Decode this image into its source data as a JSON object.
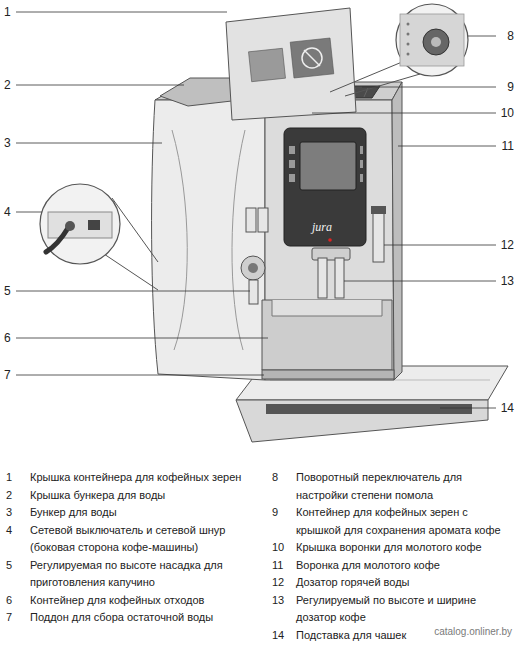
{
  "diagram": {
    "labels": [
      "1",
      "2",
      "3",
      "4",
      "5",
      "6",
      "7",
      "8",
      "9",
      "10",
      "11",
      "12",
      "13",
      "14",
      "1",
      "Крышка контейнера для кофейных зерен",
      "2",
      "Крышка бункера для воды",
      "3",
      "Бункер для воды",
      "4",
      "Сетевой выключатель и сетевой шнур (боковая сторона кофе-машины)",
      "5",
      "Регулируемая по высоте насадка для приготовления капучино",
      "6",
      "Контейнер для кофейных отходов",
      "7",
      "Поддон для сбора остаточной воды",
      "8",
      "Поворотный переключатель для настройки степени помола",
      "9",
      "Контейнер для кофейных зерен с крышкой для сохранения аромата кофе",
      "10",
      "Крышка воронки для молотого кофе",
      "11",
      "Воронка для молотого кофе",
      "12",
      "Дозатор горячей воды",
      "13",
      "Регулируемый по высоте и ширине дозатор кофе",
      "14",
      "Подставка для чашек",
      "jura",
      "catalog.onliner.by"
    ]
  }
}
